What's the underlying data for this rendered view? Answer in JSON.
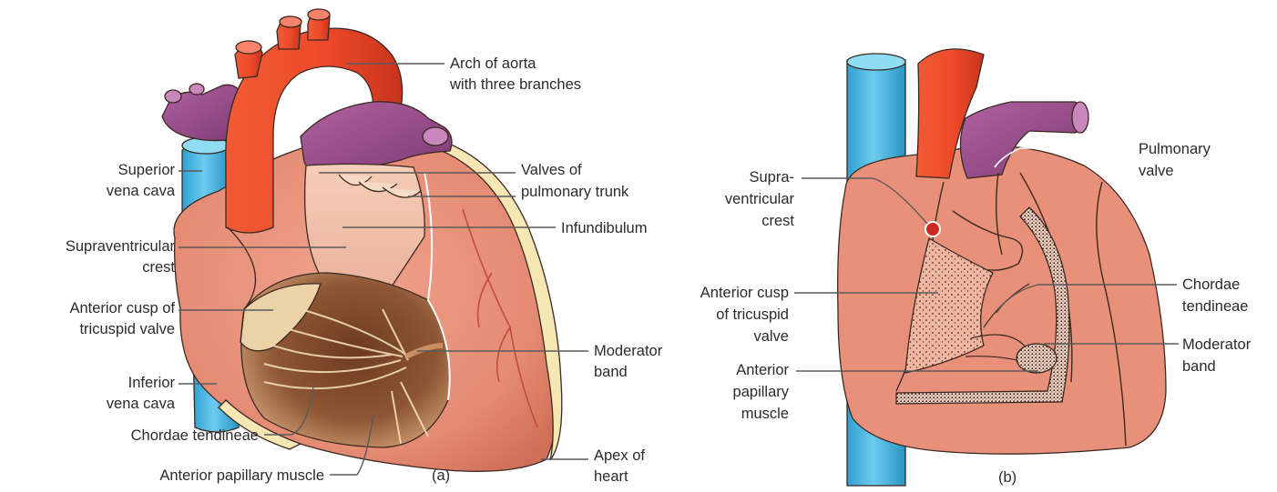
{
  "panel_a": {
    "caption": "(a)",
    "labels": {
      "arch_line1": "Arch of aorta",
      "arch_line2": "with three branches",
      "svc_line1": "Superior",
      "svc_line2": "vena cava",
      "valves_line1": "Valves of",
      "valves_line2": "pulmonary trunk",
      "infundibulum": "Infundibulum",
      "svcrest_line1": "Supraventricular",
      "svcrest_line2": "crest",
      "antcusp_line1": "Anterior cusp of",
      "antcusp_line2": "tricuspid valve",
      "moderator_line1": "Moderator",
      "moderator_line2": "band",
      "ivc_line1": "Inferior",
      "ivc_line2": "vena cava",
      "chordae": "Chordae tendineae",
      "apex_line1": "Apex of",
      "apex_line2": "heart",
      "antpap": "Anterior papillary muscle"
    }
  },
  "panel_b": {
    "caption": "(b)",
    "labels": {
      "pulmvalve_line1": "Pulmonary",
      "pulmvalve_line2": "valve",
      "supra_line1": "Supra-",
      "supra_line2": "ventricular",
      "supra_line3": "crest",
      "chordae_line1": "Chordae",
      "chordae_line2": "tendineae",
      "antcusp_line1": "Anterior cusp",
      "antcusp_line2": "of tricuspid",
      "antcusp_line3": "valve",
      "moderator_line1": "Moderator",
      "moderator_line2": "band",
      "antpap_line1": "Anterior",
      "antpap_line2": "papillary",
      "antpap_line3": "muscle"
    }
  },
  "colors": {
    "heart_skin": "#e8907a",
    "heart_shadow": "#d9735e",
    "aorta": "#ee4a2a",
    "pulmonary": "#9a4a8c",
    "vena_cava": "#45b6e2",
    "interior_pale": "#f3c7b2",
    "interior_dark": "#8a5232",
    "tendon": "#e9d2a8",
    "fat_yellow": "#f5e6b4"
  }
}
